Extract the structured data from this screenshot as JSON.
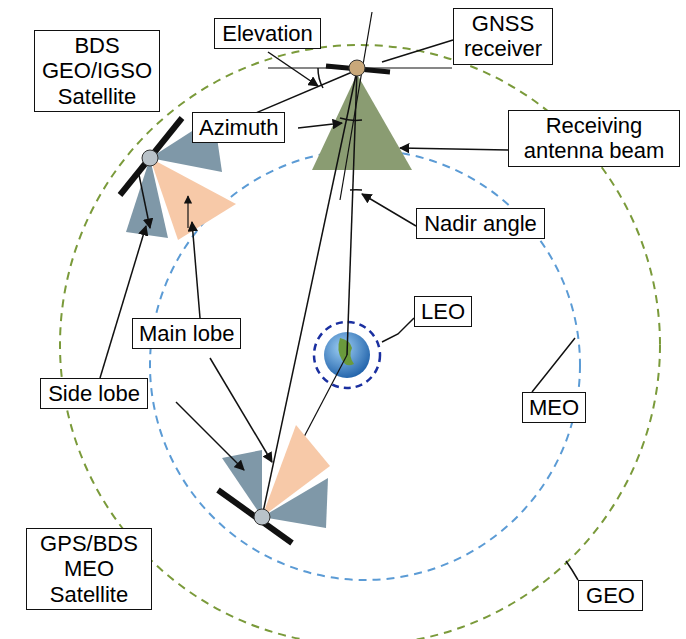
{
  "diagram": {
    "nodes": [
      {
        "text": [
          "BDS GEO/IGSO Satellite"
        ]
      },
      {
        "text": [
          "Elevation"
        ]
      },
      {
        "text": [
          "GNSS receiver"
        ]
      },
      {
        "text": [
          "Azimuth"
        ]
      },
      {
        "text": [
          "Receiving antenna beam"
        ]
      },
      {
        "text": [
          "Nadir angle"
        ]
      },
      {
        "text": [
          "LEO"
        ]
      },
      {
        "text": [
          "Main lobe"
        ]
      },
      {
        "text": [
          "MEO"
        ]
      },
      {
        "text": [
          "Side lobe"
        ]
      },
      {
        "text": [
          "GPS/BDS MEO Satellite"
        ]
      },
      {
        "text": [
          "GEO"
        ]
      }
    ],
    "edges": []
  }
}
